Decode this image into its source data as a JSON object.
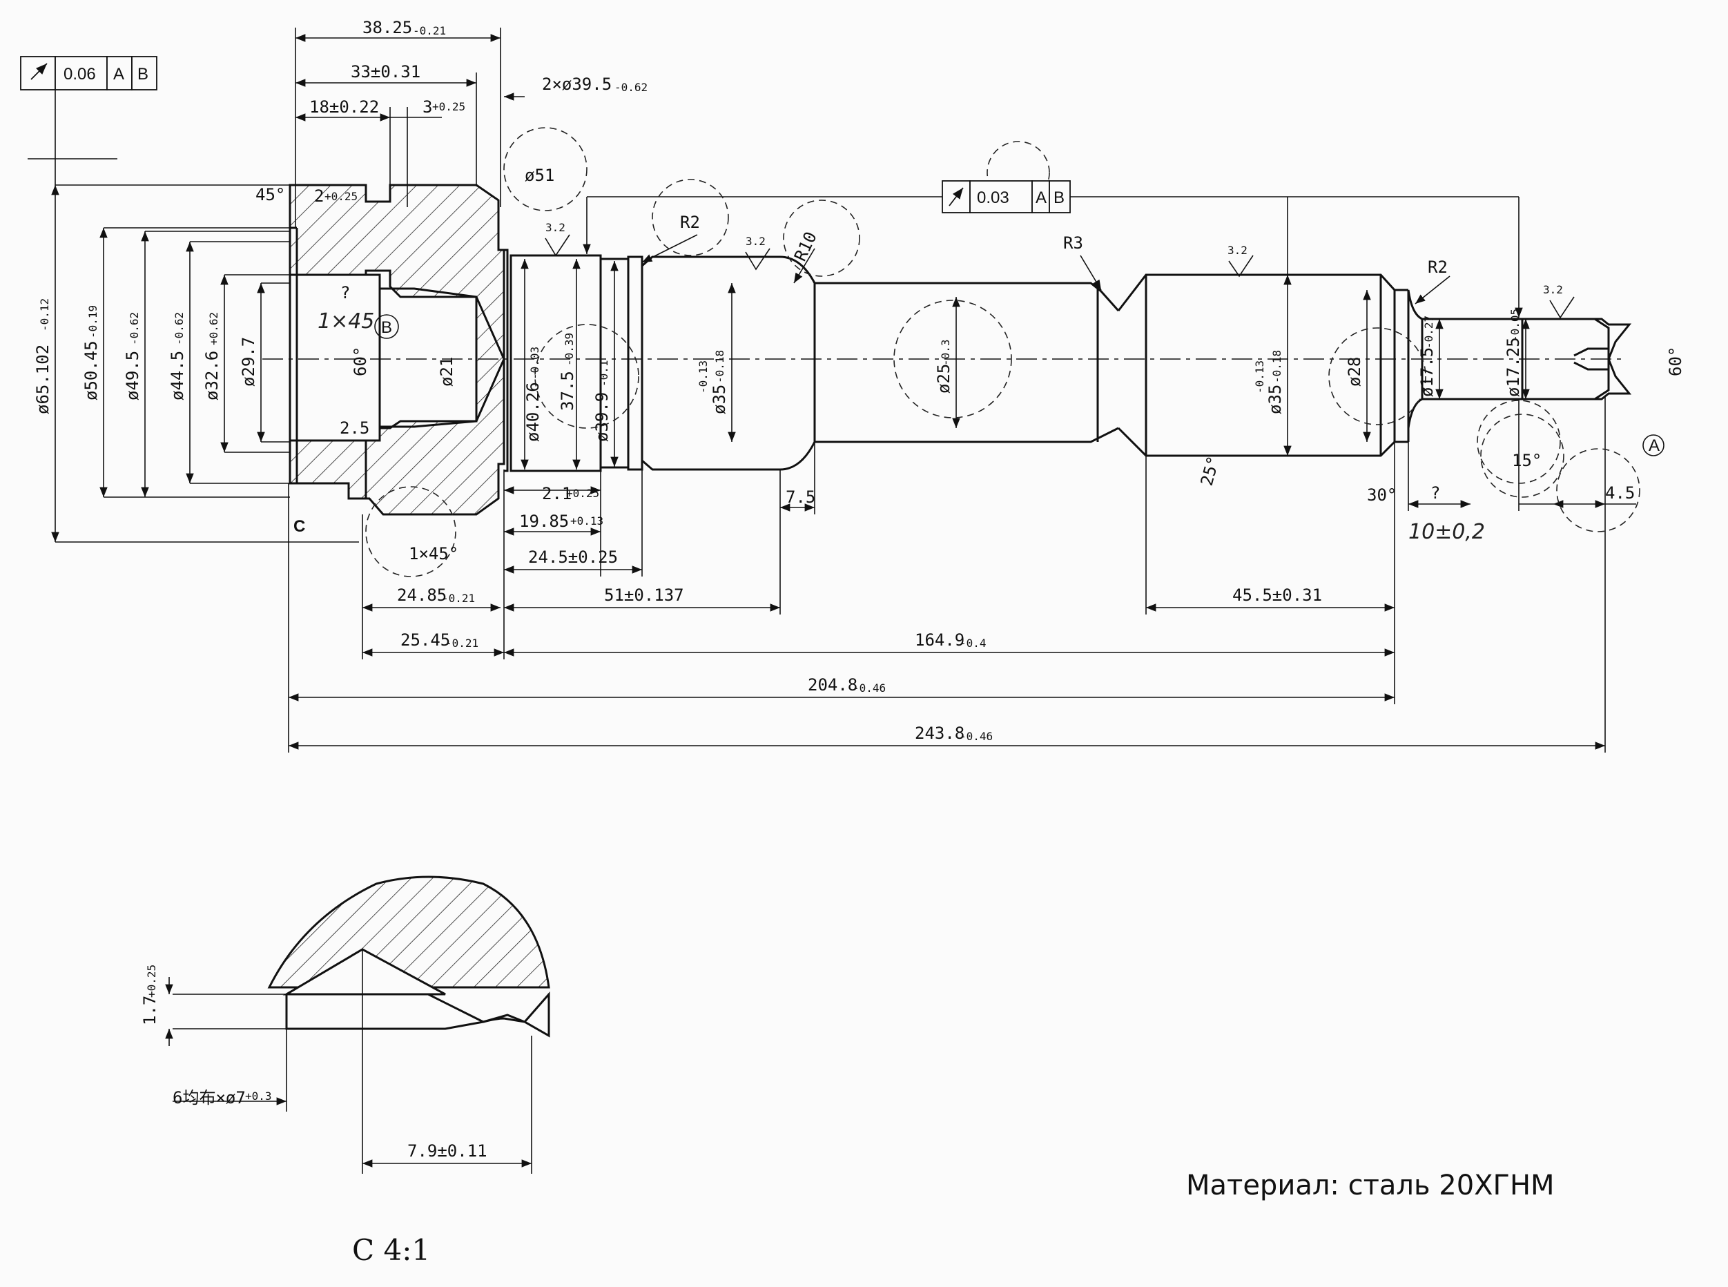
{
  "tolerance_frames": {
    "runout_left": {
      "value": "0.06",
      "datum1": "A",
      "datum2": "B"
    },
    "runout_right": {
      "value": "0.03",
      "datum1": "A",
      "datum2": "B"
    }
  },
  "top_dims": {
    "d38": "38.25",
    "d38_tol": "-0.21",
    "d33": "33±0.31",
    "d18": "18±0.22",
    "d3": "3",
    "d3_tol": "+0.25",
    "d2x": "2×ø39.5",
    "d2x_tol": "-0.62",
    "d2": "2",
    "d2_tol": "+0.25",
    "ang45": "45°",
    "phi51": "ø51"
  },
  "diameters_left": {
    "d65": "ø65.102",
    "d65_tol": "-0.12",
    "d50": "ø50.45",
    "d50_tol": "-0.19",
    "d49": "ø49.5",
    "d49_tol": "-0.62",
    "d44": "ø44.5",
    "d44_tol": "-0.62",
    "d32": "ø32.6",
    "d32_tol": "+0.62",
    "d29": "ø29.7",
    "d21": "ø21",
    "ang60": "60°",
    "d2_5": "2.5",
    "q": "?",
    "hand_chamfer": "1×45",
    "datum_b": "B",
    "view_c": "C"
  },
  "diameters_mid": {
    "d40": "ø40.26",
    "d40_tol": "-0.03",
    "d37": "37.5",
    "d37_tol": "-0.39",
    "d39": "ø39.9",
    "d39_tol": "-0.1",
    "d35a": "ø35",
    "d35a_tol_up": "-0.13",
    "d35a_tol_dn": "-0.18",
    "d25": "ø25",
    "d25_tol": "-0.3",
    "d35b": "ø35",
    "d35b_tol_up": "-0.13",
    "d35b_tol_dn": "-0.18",
    "d28": "ø28",
    "d17a": "ø17.5",
    "d17a_tol": "-0.27",
    "d17b": "ø17.25",
    "d17b_tol": "-0.05",
    "ang60r": "60°",
    "ang15": "15°",
    "ang25": "25°",
    "ang30": "30°",
    "datum_a": "A"
  },
  "radii": {
    "r2a": "R2",
    "r10": "R10",
    "r3": "R3",
    "r2b": "R2"
  },
  "roughness": {
    "r1": "3.2",
    "r2": "3.2",
    "r3": "3.2",
    "r4": "3.2"
  },
  "bottom_dims": {
    "d2_1": "2.1",
    "d2_1_tol": "+0.25",
    "d7_5": "7.5",
    "d19": "19.85",
    "d19_tol": "+0.13",
    "d24a": "24.5±0.25",
    "chamfer": "1×45°",
    "d24b": "24.85",
    "d24b_tol": "-0.21",
    "d51": "51±0.137",
    "d45": "45.5±0.31",
    "d25": "25.45",
    "d25_tol": "-0.21",
    "d164": "164.9",
    "d164_tol": "-0.4",
    "d204": "204.8",
    "d204_tol": "-0.46",
    "d243": "243.8",
    "d243_tol": "-0.46",
    "q": "?",
    "hand_10": "10±0,2",
    "d4_5": "4.5"
  },
  "detail": {
    "h": "1.7",
    "h_tol": "+0.25",
    "holes": "6均布×ø7",
    "holes_tol": "+0.3",
    "w": "7.9±0.11",
    "scale": "C 4:1"
  },
  "material": "Материал: сталь 20ХГНМ"
}
